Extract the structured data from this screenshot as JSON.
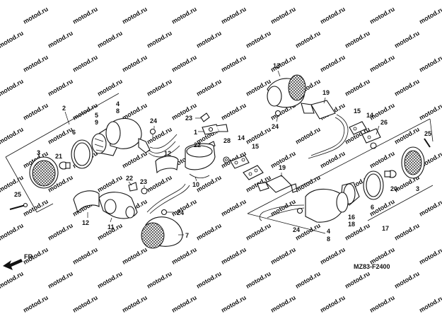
{
  "watermark": "motod.ru",
  "diagram_code": "MZ83-F2400",
  "front_label": "FR.",
  "callouts": {
    "c2": "2",
    "c3": "3",
    "c4": "4",
    "c8": "8",
    "c5": "5",
    "c9": "9",
    "c6": "6",
    "c21": "21",
    "c24a": "24",
    "c23a": "23",
    "c1": "1",
    "c22a": "22",
    "c12a": "12",
    "c25a": "25",
    "c22b": "22",
    "c23b": "23",
    "c10": "10",
    "c12b": "12",
    "c11": "11",
    "c24b": "24",
    "c7": "7",
    "c28": "28",
    "c14a": "14",
    "c15a": "15",
    "c19a": "19",
    "c13": "13",
    "c19b": "19",
    "c24c": "24",
    "c15b": "15",
    "c14b": "14",
    "c26": "26",
    "c25b": "25",
    "c3b": "3",
    "c20": "20",
    "c6b": "6",
    "c16": "16",
    "c18": "18",
    "c17": "17",
    "c4b": "4",
    "c8b": "8",
    "c24d": "24"
  }
}
